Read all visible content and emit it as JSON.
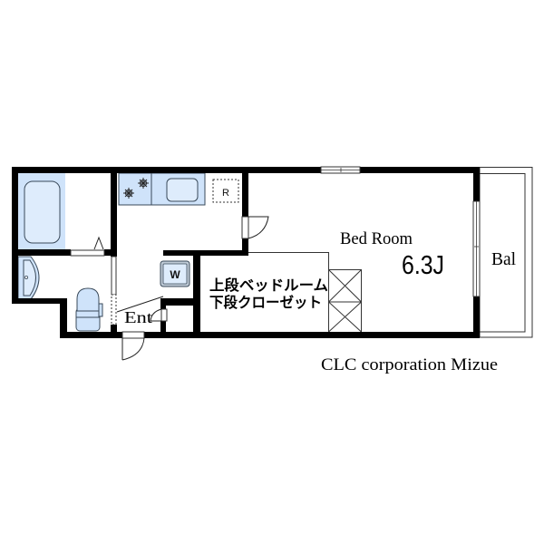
{
  "floorplan": {
    "rooms": {
      "bedroom_label": "Bed Room",
      "bedroom_size": "6.3J",
      "balcony_label": "Bal",
      "entrance_label": "Ent",
      "loft_line1": "上段ベッドルーム",
      "loft_line2": "下段クローゼット"
    },
    "fixtures": {
      "washer_label": "W",
      "fridge_label": "R"
    },
    "footer": {
      "company": "CLC corporation Mizue"
    },
    "colors": {
      "wall": "#000000",
      "fixture_fill": "#cfe3fa",
      "fixture_inner": "#deecfc",
      "fixture_stroke": "#3a4a5a"
    }
  }
}
